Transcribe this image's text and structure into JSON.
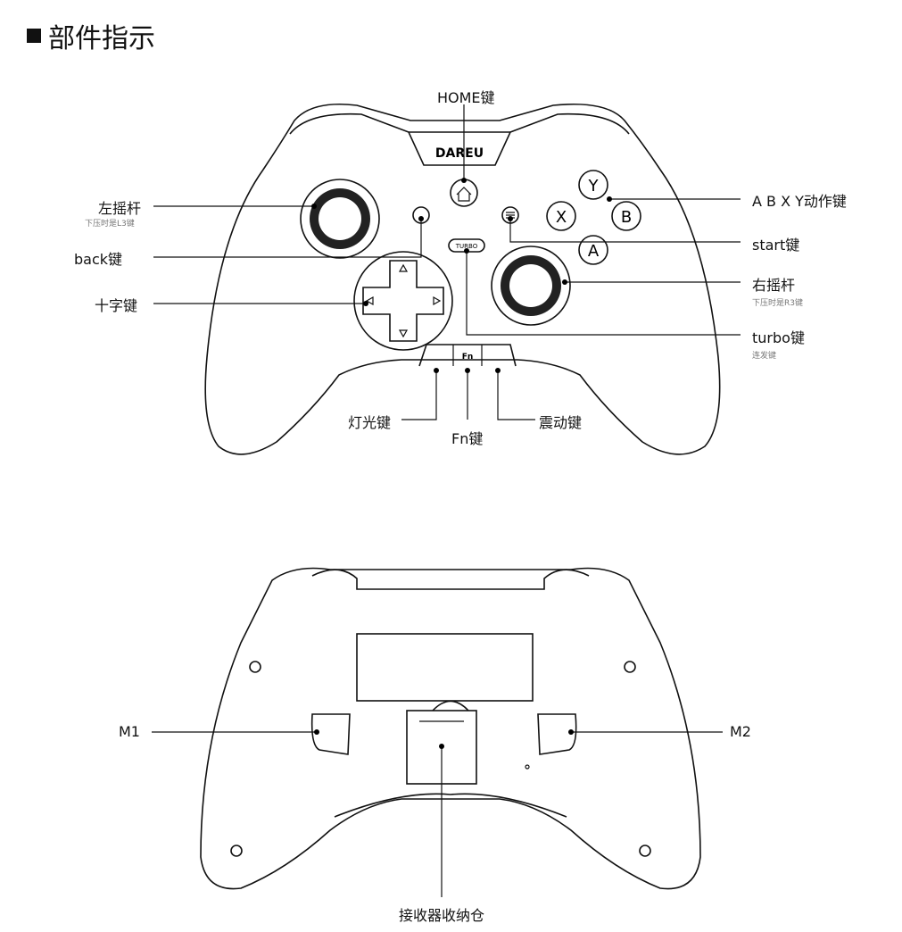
{
  "title": "部件指示",
  "brand": "DAREU",
  "front_labels": {
    "home": "HOME键",
    "left_stick": "左摇杆",
    "left_stick_sub": "下压时是L3键",
    "back": "back键",
    "dpad": "十字键",
    "abxy": "A B X Y动作键",
    "start": "start键",
    "right_stick": "右摇杆",
    "right_stick_sub": "下压时是R3键",
    "turbo": "turbo键",
    "turbo_sub": "连发键",
    "light": "灯光键",
    "fn": "Fn键",
    "vibration": "震动键"
  },
  "button_glyphs": {
    "y": "Y",
    "x": "X",
    "b": "B",
    "a": "A",
    "turbo": "TURBO",
    "fn": "Fn"
  },
  "back_labels": {
    "m1": "M1",
    "m2": "M2",
    "receiver": "接收器收纳仓"
  },
  "paddle_glyphs": {
    "m1": "M1",
    "m2": "M2"
  }
}
